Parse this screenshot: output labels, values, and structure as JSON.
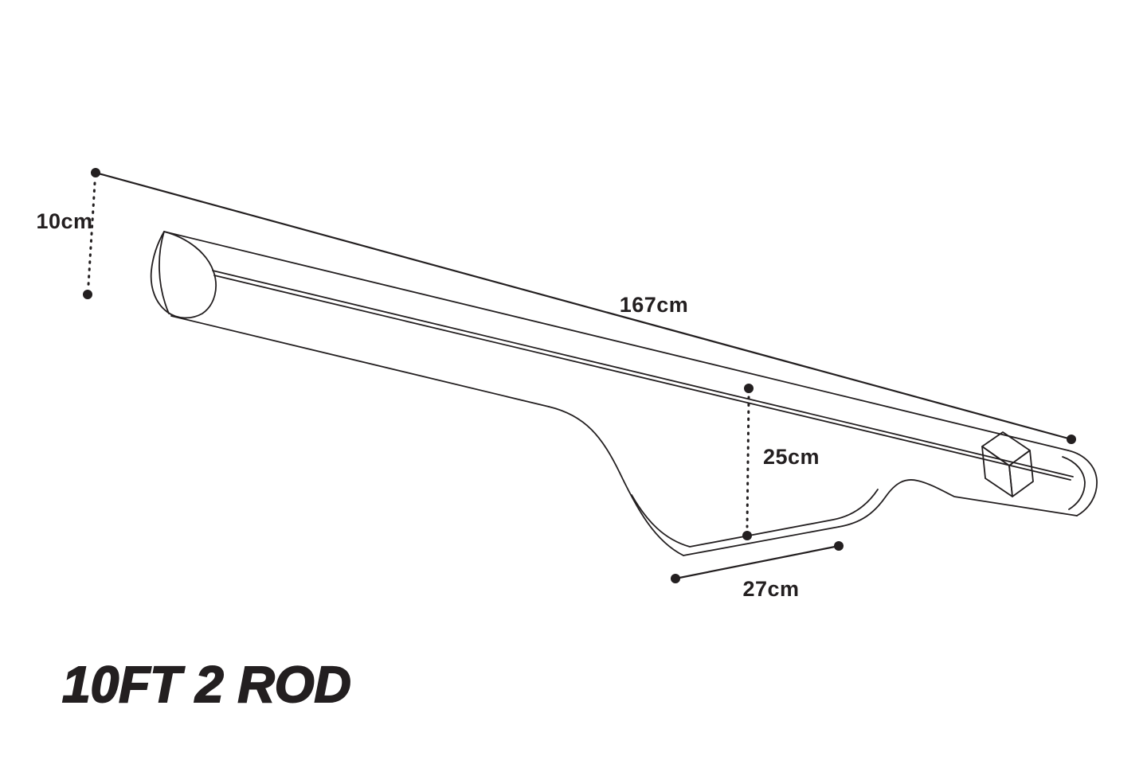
{
  "title": "10FT 2 ROD",
  "diagram": {
    "dimensions": {
      "end_height": "10cm",
      "length": "167cm",
      "pocket_depth": "25cm",
      "pocket_width": "27cm"
    }
  },
  "colors": {
    "ink": "#231f20",
    "background": "#ffffff"
  }
}
